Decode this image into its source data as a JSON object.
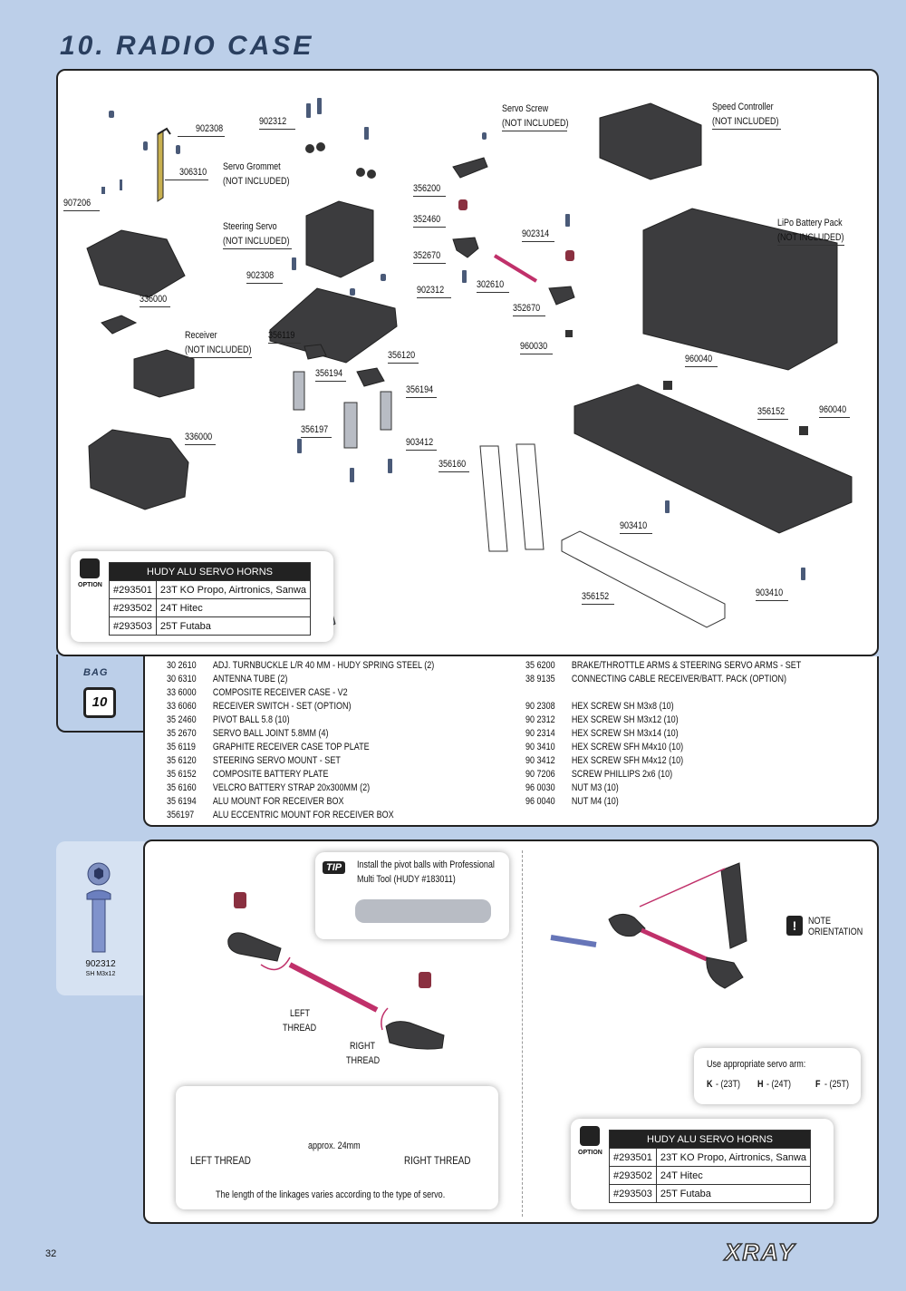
{
  "title": "10. RADIO CASE",
  "exploded": {
    "labels": {
      "l902308a": "902308",
      "l902312a": "902312",
      "servo_screw_1": "Servo Screw",
      "servo_screw_2": "(NOT INCLUDED)",
      "speed_ctrl_1": "Speed Controller",
      "speed_ctrl_2": "(NOT INCLUDED)",
      "l306310": "306310",
      "grommet_1": "Servo Grommet",
      "grommet_2": "(NOT INCLUDED)",
      "l907206": "907206",
      "l356200": "356200",
      "steering_1": "Steering Servo",
      "steering_2": "(NOT INCLUDED)",
      "l352460": "352460",
      "l902314": "902314",
      "lipo_1": "LiPo Battery Pack",
      "lipo_2": "(NOT INCLUDED)",
      "l352670a": "352670",
      "l902308b": "902308",
      "l336000a": "336000",
      "l902312b": "902312",
      "l302610": "302610",
      "l352670b": "352670",
      "receiver_1": "Receiver",
      "receiver_2": "(NOT INCLUDED)",
      "l356119": "356119",
      "l960030": "960030",
      "l960040a": "960040",
      "l356120": "356120",
      "l356194a": "356194",
      "l356194b": "356194",
      "l356152a": "356152",
      "l960040b": "960040",
      "l336000b": "336000",
      "l356197": "356197",
      "l903412": "903412",
      "l356160": "356160",
      "l903410a": "903410",
      "l356152b": "356152",
      "l903410b": "903410"
    },
    "option": {
      "badge": "OPTION",
      "header": "HUDY ALU SERVO HORNS",
      "rows": [
        {
          "code": "#293501",
          "desc": "23T KO Propo, Airtronics, Sanwa"
        },
        {
          "code": "#293502",
          "desc": "24T Hitec"
        },
        {
          "code": "#293503",
          "desc": "25T Futaba"
        }
      ]
    }
  },
  "bag": {
    "label": "BAG",
    "number": "10"
  },
  "parts_left": [
    {
      "code": "30 2610",
      "desc": "ADJ. TURNBUCKLE L/R 40 MM  - HUDY SPRING STEEL (2)"
    },
    {
      "code": "30 6310",
      "desc": "ANTENNA TUBE (2)"
    },
    {
      "code": "33 6000",
      "desc": "COMPOSITE RECEIVER CASE - V2"
    },
    {
      "code": "33 6060",
      "desc": "RECEIVER SWITCH - SET (OPTION)"
    },
    {
      "code": "35 2460",
      "desc": "PIVOT BALL 5.8 (10)"
    },
    {
      "code": "35 2670",
      "desc": "SERVO BALL JOINT  5.8MM (4)"
    },
    {
      "code": "35 6119",
      "desc": "GRAPHITE RECEIVER CASE TOP PLATE"
    },
    {
      "code": "35 6120",
      "desc": "STEERING SERVO MOUNT - SET"
    },
    {
      "code": "35 6152",
      "desc": "COMPOSITE BATTERY PLATE"
    },
    {
      "code": "35 6160",
      "desc": "VELCRO BATTERY STRAP 20x300MM (2)"
    },
    {
      "code": "35 6194",
      "desc": "ALU MOUNT FOR RECEIVER BOX"
    },
    {
      "code": "356197",
      "desc": "ALU ECCENTRIC MOUNT FOR RECEIVER BOX"
    }
  ],
  "parts_right": [
    {
      "code": "35 6200",
      "desc": "BRAKE/THROTTLE ARMS & STEERING SERVO ARMS - SET"
    },
    {
      "code": "38 9135",
      "desc": "CONNECTING CABLE  RECEIVER/BATT. PACK (OPTION)"
    },
    {
      "code": "",
      "desc": ""
    },
    {
      "code": "90 2308",
      "desc": "HEX SCREW  SH M3x8  (10)"
    },
    {
      "code": "90 2312",
      "desc": "HEX SCREW  SH M3x12  (10)"
    },
    {
      "code": "90 2314",
      "desc": "HEX SCREW  SH M3x14  (10)"
    },
    {
      "code": "90 3410",
      "desc": "HEX SCREW  SFH M4x10  (10)"
    },
    {
      "code": "90 3412",
      "desc": "HEX SCREW  SFH M4x12  (10)"
    },
    {
      "code": "90 7206",
      "desc": "SCREW PHILLIPS 2x6  (10)"
    },
    {
      "code": "96 0030",
      "desc": "NUT M3  (10)"
    },
    {
      "code": "96 0040",
      "desc": "NUT M4  (10)"
    }
  ],
  "side": {
    "code": "902312",
    "size": "SH M3x12"
  },
  "instructions": {
    "tip_badge": "TIP",
    "tip_1": "Install the pivot balls with Professional",
    "tip_2": "Multi Tool (HUDY #183011)",
    "left_thread": "LEFT",
    "left_thread_2": "THREAD",
    "right_thread": "RIGHT",
    "right_thread_2": "THREAD",
    "note_1": "NOTE",
    "note_2": "ORIENTATION",
    "lt_full": "LEFT  THREAD",
    "rt_full": "RIGHT  THREAD",
    "approx": "approx. 24mm",
    "length_note": "The length of the linkages varies according to the type of servo.",
    "servo_arm_title": "Use appropriate servo arm:",
    "arm_k": "K",
    "arm_k_val": "- (23T)",
    "arm_h": "H",
    "arm_h_val": "- (24T)",
    "arm_f": "F",
    "arm_f_val": "- (25T)",
    "option": {
      "badge": "OPTION",
      "header": "HUDY ALU SERVO HORNS",
      "rows": [
        {
          "code": "#293501",
          "desc": "23T KO Propo, Airtronics, Sanwa"
        },
        {
          "code": "#293502",
          "desc": "24T Hitec"
        },
        {
          "code": "#293503",
          "desc": "25T Futaba"
        }
      ]
    }
  },
  "footer": {
    "page": "32",
    "logo": "XRAY"
  },
  "colors": {
    "background": "#bccfe9",
    "title": "#2a3f5f",
    "part": "#3c3c3e",
    "accent": "#c0306a"
  }
}
